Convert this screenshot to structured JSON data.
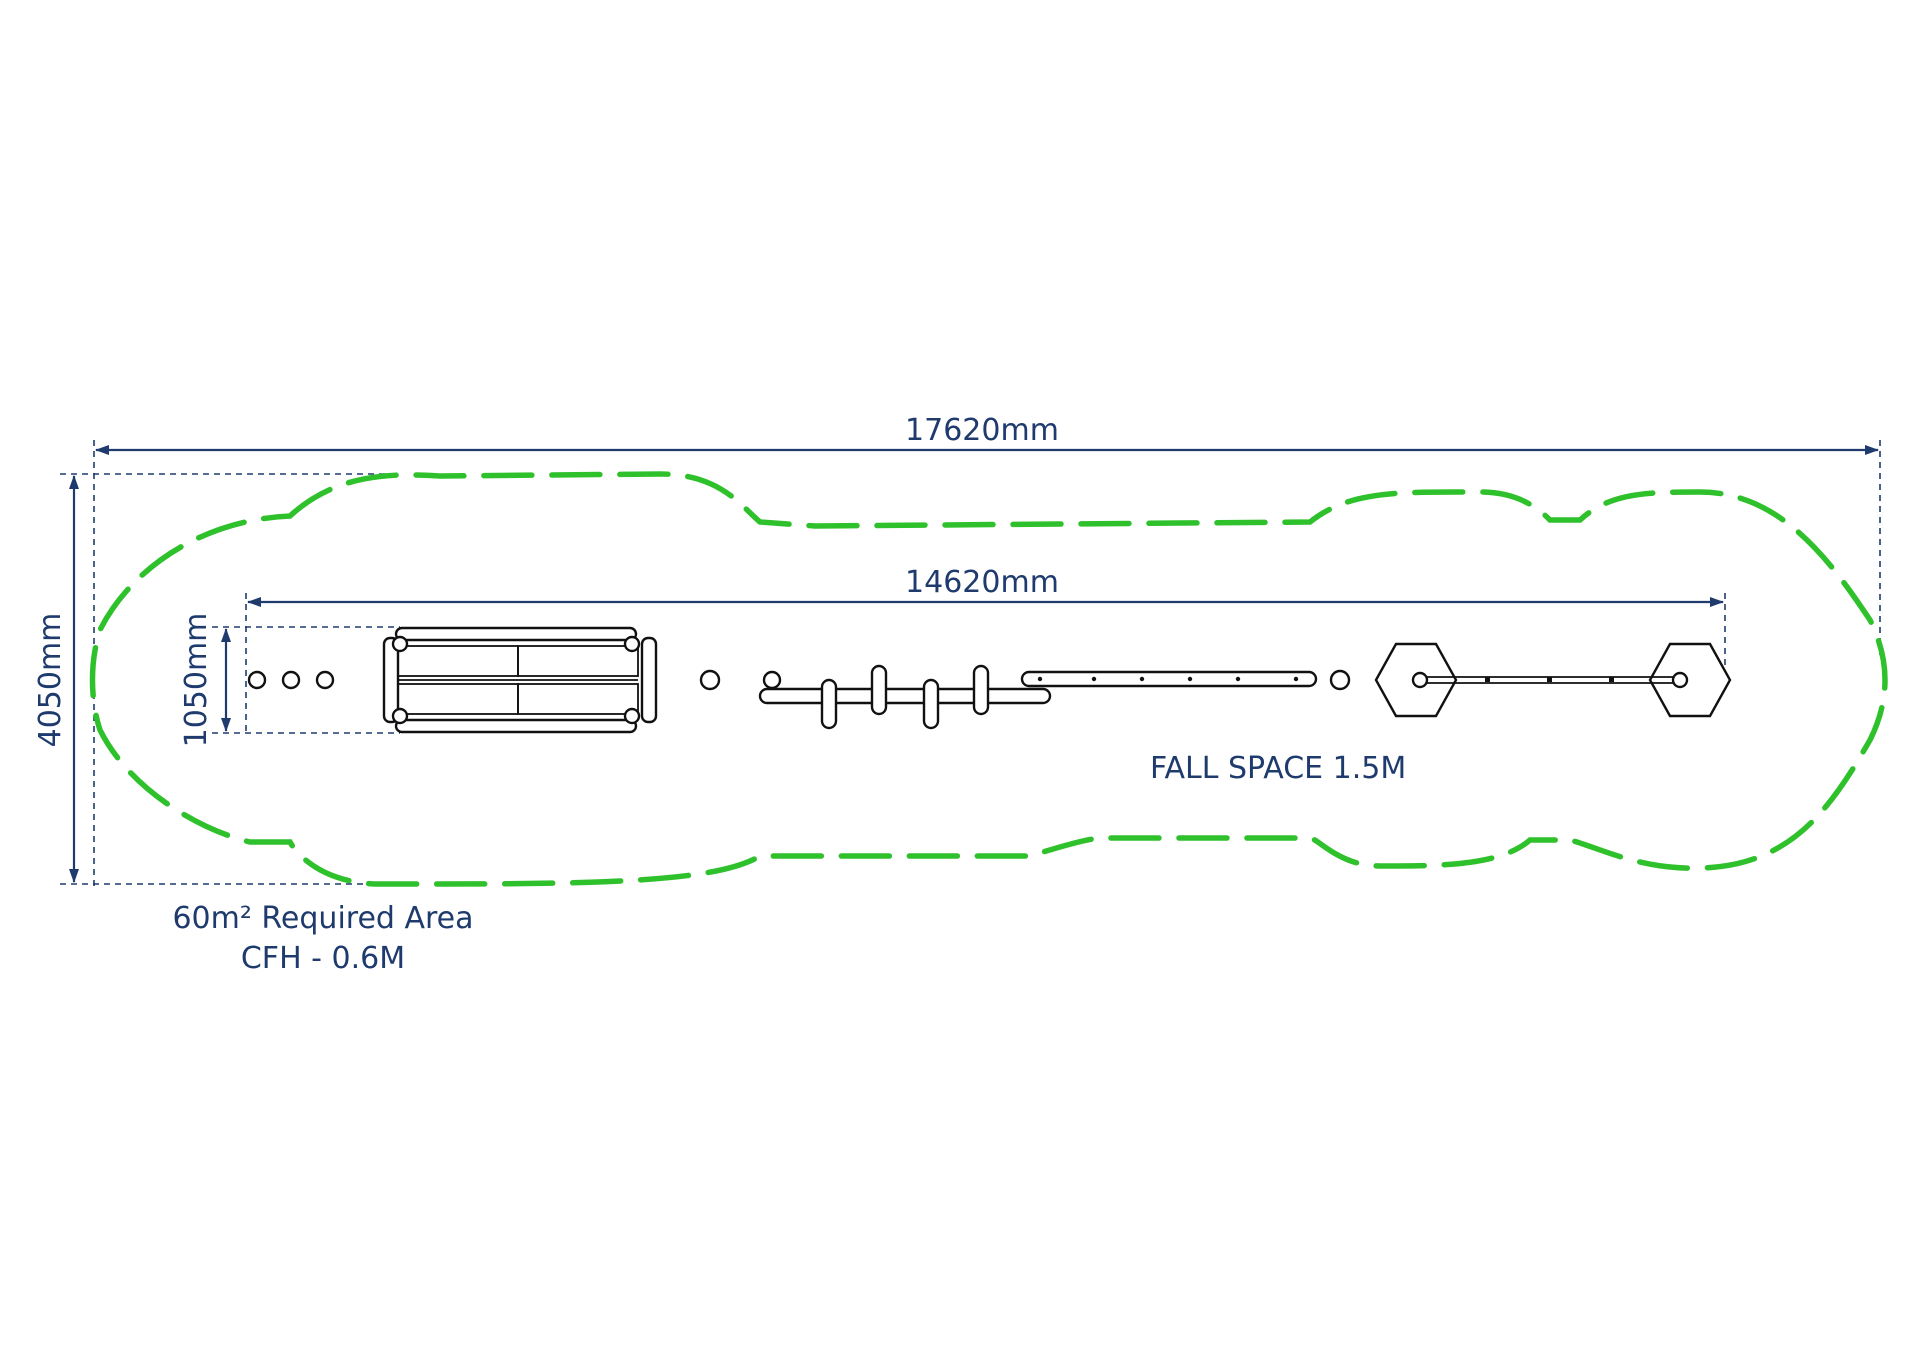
{
  "dimensions": {
    "overall_length": "17620mm",
    "overall_width": "4050mm",
    "equipment_length": "14620mm",
    "equipment_width": "1050mm"
  },
  "notes": {
    "fall_space": "FALL SPACE 1.5M",
    "required_area": "60m² Required Area",
    "cfh": "CFH - 0.6M"
  },
  "colors": {
    "dimension": "#1f3b6e",
    "fall_zone": "#2fc12b",
    "equipment": "#111111"
  }
}
